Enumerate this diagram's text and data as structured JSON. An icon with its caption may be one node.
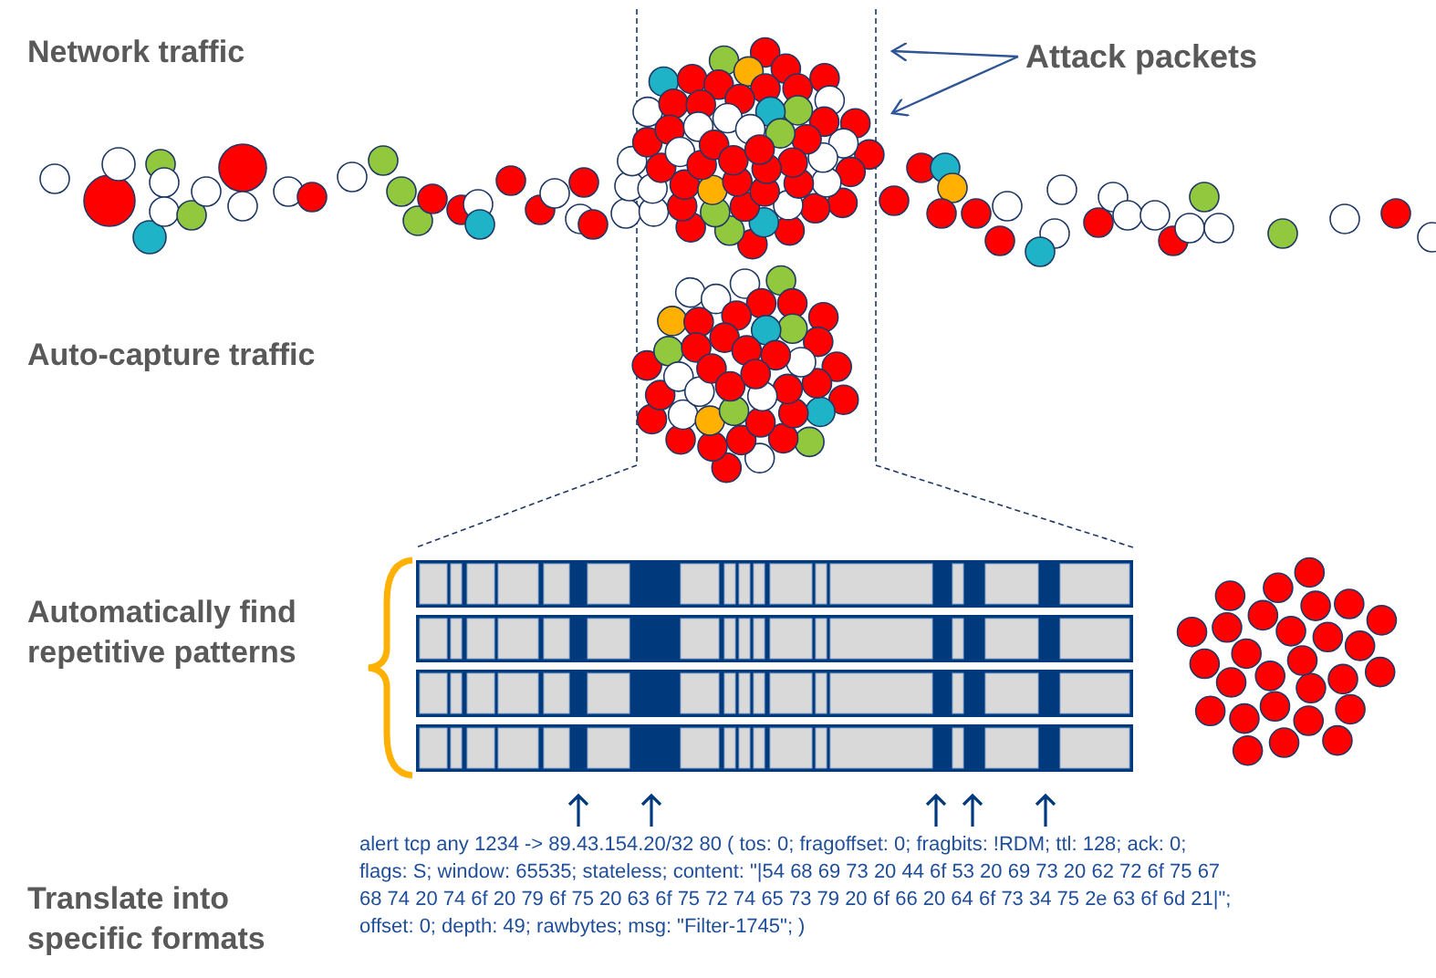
{
  "diagram": {
    "nodes": [
      {
        "text": [
          "Attack packets"
        ]
      },
      {
        "text": [],
        "shape": "picture"
      }
    ],
    "edges": [
      {
        "from": 0,
        "to": 1,
        "arrow": "to"
      },
      {
        "from": 0,
        "to": 1,
        "arrow": "to"
      }
    ],
    "labels": [
      "Network traffic",
      "Auto-capture traffic",
      "Automatically find repetitive patterns",
      "Translate into specific formats",
      "alert tcp any 1234 -> 89.43.154.20/32 80 ( tos: 0; fragoffset: 0; fragbits: !RDM; ttl: 128; ack: 0; flags: S; window: 65535; stateless; content: \"|54 68 69 73 20 44 6f 53 20 69 73 20 62 72 6f 75 67 68 74 20 74 6f 20 79 6f 75 20 63 6f 75 72 74 65 73 79 20 6f 66 20 64 6f 73 34 75 2e 63 6f 6d 21|\"; offset: 0; depth: 49; rawbytes; msg: \"Filter-1745\"; )"
    ]
  }
}
